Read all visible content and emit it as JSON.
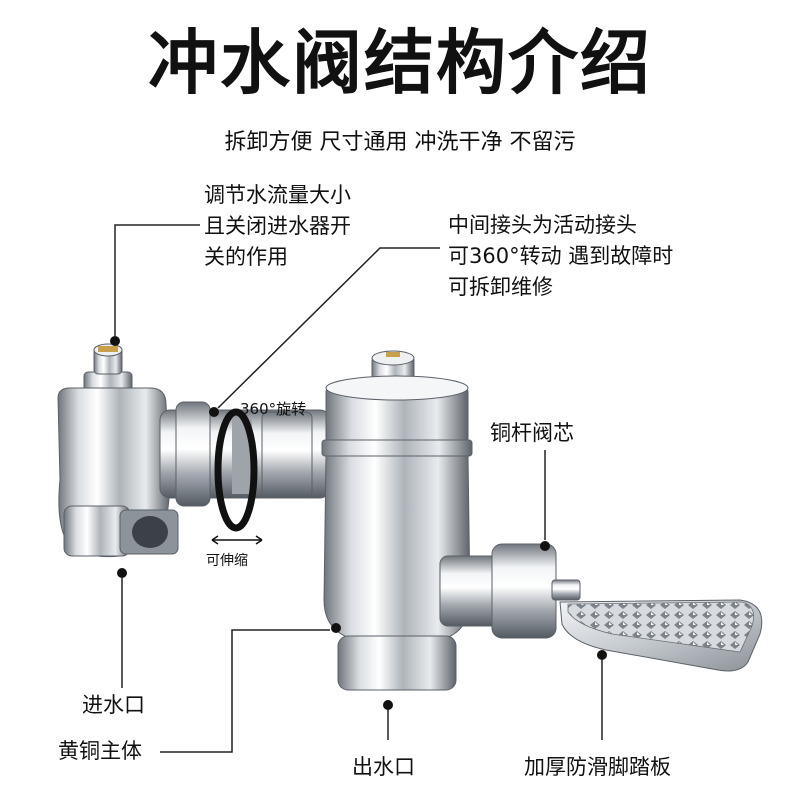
{
  "title": "冲水阀结构介绍",
  "subtitle": "拆卸方便 尺寸通用 冲洗干净 不留污",
  "callouts": {
    "flow_control": [
      "调节水流量大小",
      "且关闭进水器开",
      "关的作用"
    ],
    "swivel_joint": [
      "中间接头为活动接头",
      "可360°转动 遇到故障时",
      "可拆卸维修"
    ],
    "brass_core": "铜杆阀芯",
    "inlet": "进水口",
    "brass_body": "黄铜主体",
    "outlet": "出水口",
    "pedal": "加厚防滑脚踏板"
  },
  "annotations": {
    "rotate": "360°旋转",
    "telescopic": "可伸缩"
  },
  "colors": {
    "text": "#111111",
    "leader_line": "#222222",
    "chrome_light": "#f4f6f8",
    "chrome_mid": "#b9bec4",
    "chrome_dark": "#5b6168",
    "brass": "#c8a04a"
  }
}
